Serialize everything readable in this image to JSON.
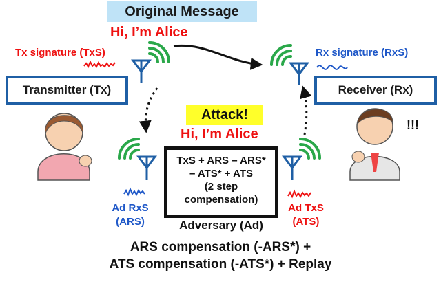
{
  "title": "Original Message",
  "message": "Hi, I’m Alice",
  "tx_signature": "Tx signature (TxS)",
  "rx_signature": "Rx signature (RxS)",
  "transmitter_label": "Transmitter (Tx)",
  "receiver_label": "Receiver (Rx)",
  "attack_label": "Attack!",
  "attack_message": "Hi, I’m Alice",
  "adversary_box": {
    "line1": "TxS + ARS – ARS*",
    "line2": "– ATS* + ATS",
    "line3": "(2 step",
    "line4": "compensation)"
  },
  "adversary_label": "Adversary (Ad)",
  "ad_rx_line1": "Ad RxS",
  "ad_rx_line2": "(ARS)",
  "ad_tx_line1": "Ad TxS",
  "ad_tx_line2": "(ATS)",
  "receiver_reaction": "!!!",
  "bottom_line1": "ARS compensation (-ARS*) +",
  "bottom_line2": "ATS compensation (-ATS*) + Replay",
  "colors": {
    "red": "#ee1111",
    "blue": "#1f58c8",
    "box_border": "#1f5fa5",
    "wave_green": "#2aa84a",
    "title_bg": "#bfe3f7",
    "attack_bg": "#ffff2a"
  }
}
